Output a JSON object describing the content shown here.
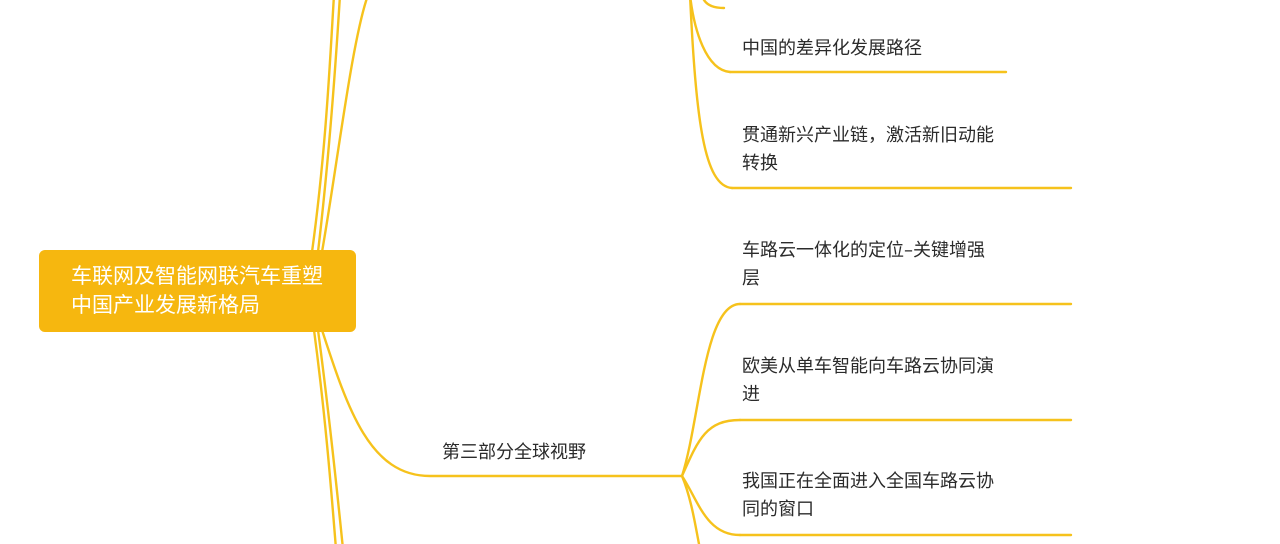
{
  "theme": {
    "branch_color": "#f6c21c",
    "root_color": "#f6b70f",
    "text_color": "#2b2b2b"
  },
  "root": {
    "label": "车联网及智能网联汽车重塑中国产业发展新格局"
  },
  "section3": {
    "label": "第三部分全球视野"
  },
  "upper_leaves": [
    {
      "label": "中国的差异化发展路径"
    },
    {
      "label": "贯通新兴产业链，激活新旧动能转换"
    }
  ],
  "section3_leaves": [
    {
      "label": "车路云一体化的定位–关键增强层"
    },
    {
      "label": "欧美从单车智能向车路云协同演进"
    },
    {
      "label": "我国正在全面进入全国车路云协同的窗口"
    }
  ]
}
